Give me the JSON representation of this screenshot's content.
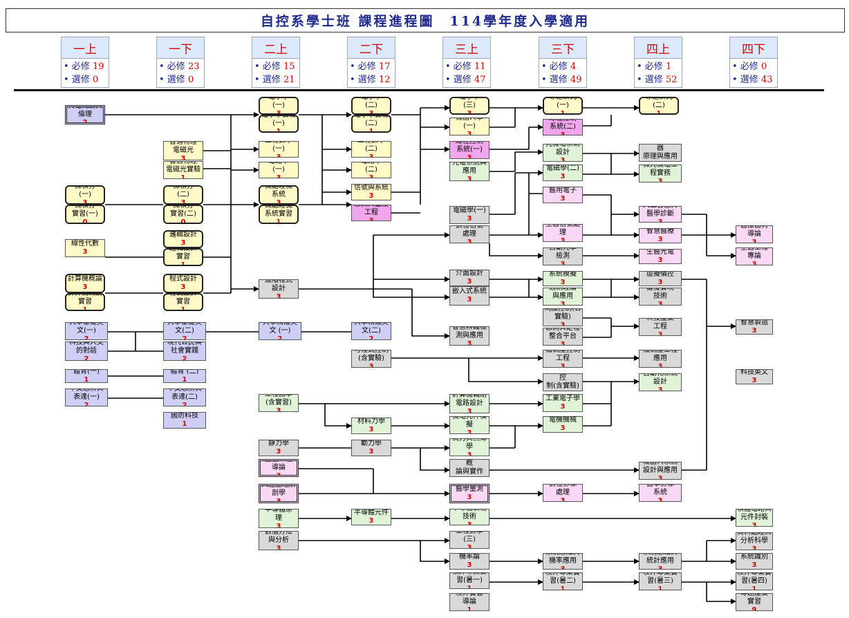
{
  "title": "自控系學士班 課程進程圖　114學年度入學適用",
  "semesters": [
    {
      "name": "一上",
      "req_label": "• 必修",
      "req": "19",
      "ele_label": "• 選修",
      "ele": "0"
    },
    {
      "name": "一下",
      "req_label": "• 必修",
      "req": "23",
      "ele_label": "• 選修",
      "ele": "0"
    },
    {
      "name": "二上",
      "req_label": "• 必修",
      "req": "15",
      "ele_label": "• 選修",
      "ele": "21"
    },
    {
      "name": "二下",
      "req_label": "• 必修",
      "req": "17",
      "ele_label": "• 選修",
      "ele": "12"
    },
    {
      "name": "三上",
      "req_label": "• 必修",
      "req": "11",
      "ele_label": "• 選修",
      "ele": "47"
    },
    {
      "name": "三下",
      "req_label": "• 必修",
      "req": "4",
      "ele_label": "• 選修",
      "ele": "49"
    },
    {
      "name": "四上",
      "req_label": "• 必修",
      "req": "1",
      "ele_label": "• 選修",
      "ele": "52"
    },
    {
      "name": "四下",
      "req_label": "• 必修",
      "req": "0",
      "ele_label": "• 選修",
      "ele": "43"
    }
  ],
  "courses": {
    "c1": {
      "t": "資電概論與\n倫理",
      "c": "2"
    },
    "c2": {
      "t": "普通物理\n電磁光",
      "c": "3"
    },
    "c3": {
      "t": "普通物理\n電磁光實驗",
      "c": "1"
    },
    "c4": {
      "t": "微積分\n(一)",
      "c": "3"
    },
    "c5": {
      "t": "微積分\n實習(一)",
      "c": "0"
    },
    "c6": {
      "t": "微積分\n(二)",
      "c": "3"
    },
    "c7": {
      "t": "微積分\n實習(二)",
      "c": "0"
    },
    "c8": {
      "t": "線性代數",
      "c": "3"
    },
    "c9": {
      "t": "邏輯設計",
      "c": "3"
    },
    "c10": {
      "t": "邏輯設計\n實習",
      "c": "1"
    },
    "c11": {
      "t": "計算機概論",
      "c": "3"
    },
    "c12": {
      "t": "計算機概論\n實習",
      "c": "1"
    },
    "c13": {
      "t": "程式設計",
      "c": "3"
    },
    "c14": {
      "t": "程式設計\n實習",
      "c": "1"
    },
    "c15": {
      "t": "大學基礎英\n文(一)",
      "c": "2"
    },
    "c16": {
      "t": "科技與人文\n的對話",
      "c": "2"
    },
    "c17": {
      "t": "大學基礎英\n文(二)",
      "c": "2"
    },
    "c18": {
      "t": "現代公民與\n社會實踐",
      "c": "2"
    },
    "c19": {
      "t": "體育(一)",
      "c": "1"
    },
    "c20": {
      "t": "體育 (二)",
      "c": "1"
    },
    "c21": {
      "t": "中文思辨與\n表達(一)",
      "c": "2"
    },
    "c22": {
      "t": "中文思辨與\n表達(二)",
      "c": "2"
    },
    "c23": {
      "t": "國防科技",
      "c": "1"
    },
    "c24": {
      "t": "電子學\n(一)",
      "c": "3"
    },
    "c25": {
      "t": "電子學實驗\n(一)",
      "c": "1"
    },
    "c26": {
      "t": "工程數學\n(一)",
      "c": "3"
    },
    "c27": {
      "t": "電路學\n(一)",
      "c": "3"
    },
    "c28": {
      "t": "微處理機\n系統",
      "c": "3"
    },
    "c29": {
      "t": "微處理機\n系統實習",
      "c": "1"
    },
    "c30": {
      "t": "進階程式\n設計",
      "c": "3"
    },
    "c31": {
      "t": "大學精進英\n文 (一)",
      "c": "2"
    },
    "c32": {
      "t": "工程圖學\n(含實習)",
      "c": "3"
    },
    "c33": {
      "t": "靜力學",
      "c": "3"
    },
    "c34": {
      "t": "生醫工程\n導論",
      "c": "3"
    },
    "c35": {
      "t": "人體生理解\n剖學",
      "c": "3"
    },
    "c36": {
      "t": "半導體原\n理",
      "c": "3"
    },
    "c37": {
      "t": "數值方法\n與分析",
      "c": "3"
    },
    "c38": {
      "t": "電子學\n(二)",
      "c": "3"
    },
    "c39": {
      "t": "電子學實驗\n(二)",
      "c": "1"
    },
    "c40": {
      "t": "工程數學\n(二)",
      "c": "3"
    },
    "c41": {
      "t": "電路學\n(二)",
      "c": "3"
    },
    "c42": {
      "t": "信號與系統",
      "c": "3"
    },
    "c43": {
      "t": "感測與量度\n工程",
      "c": "3"
    },
    "c44": {
      "t": "大學精進英\n文(二)",
      "c": "2"
    },
    "c45": {
      "t": "可程式控制\n(含實驗)",
      "c": "3"
    },
    "c46": {
      "t": "材料力學",
      "c": "3"
    },
    "c47": {
      "t": "動力學",
      "c": "3"
    },
    "c48": {
      "t": "半導體元件",
      "c": "3"
    },
    "c49": {
      "t": "電子學\n(三)",
      "c": "3"
    },
    "c50": {
      "t": "機器人學\n(一)",
      "c": "3"
    },
    "c51": {
      "t": "線性控制\n系統(一)",
      "c": "3"
    },
    "c52": {
      "t": "光電系統與\n應用",
      "c": "3"
    },
    "c53": {
      "t": "電磁學(一)",
      "c": "3"
    },
    "c54": {
      "t": "數位信號\n處理",
      "c": "3"
    },
    "c55": {
      "t": "介面設計",
      "c": "3"
    },
    "c56": {
      "t": "嵌入式系統",
      "c": "3"
    },
    "c57": {
      "t": "智慧辨識檢\n測與應用",
      "c": "3"
    },
    "c58": {
      "t": "計算機輔助\n電路設計",
      "c": "3"
    },
    "c59": {
      "t": "機電元件模\n擬",
      "c": "3"
    },
    "c60": {
      "t": "流力與熱傳\n學",
      "c": "3"
    },
    "c61": {
      "t": "智慧機器人概\n論與實作",
      "c": "3"
    },
    "c62": {
      "t": "醫學量測",
      "c": "3"
    },
    "c63": {
      "t": "半導體製程\n技術",
      "c": "3"
    },
    "c64": {
      "t": "工程數學\n(三)",
      "c": "3"
    },
    "c65": {
      "t": "機率論",
      "c": "3"
    },
    "c66": {
      "t": "校外專業實\n習(暑一)",
      "c": "1"
    },
    "c67": {
      "t": "校外實習\n導論",
      "c": "1"
    },
    "c68": {
      "t": "專題研究\n(一)",
      "c": "1"
    },
    "c69": {
      "t": "線性控制\n系統(二)",
      "c": "3"
    },
    "c70": {
      "t": "光機電系統\n設計",
      "c": "3"
    },
    "c71": {
      "t": "電磁學(二)",
      "c": "3"
    },
    "c72": {
      "t": "醫用電子",
      "c": "3"
    },
    "c73": {
      "t": "生醫信號處\n理",
      "c": "3"
    },
    "c74": {
      "t": "自動光學\n檢測",
      "c": "3"
    },
    "c75": {
      "t": "系統模擬",
      "c": "3"
    },
    "c76": {
      "t": "通訊理論\n與應用",
      "c": "3"
    },
    "c77": {
      "t": "伺服控制(含\n實驗)",
      "c": "3"
    },
    "c78": {
      "t": "感測與定位\n整合平台",
      "c": "3"
    },
    "c79": {
      "t": "油氣壓控制\n工程",
      "c": "3"
    },
    "c80": {
      "t": "進階可程式控\n制(含實驗)",
      "c": "3"
    },
    "c81": {
      "t": "工業電子學",
      "c": "3"
    },
    "c82": {
      "t": "電機機械",
      "c": "3"
    },
    "c83": {
      "t": "數位影像\n處理",
      "c": "3"
    },
    "c84": {
      "t": "系統思維與\n機率應用",
      "c": "3"
    },
    "c85": {
      "t": "校外專業實\n習(暑二)",
      "c": "1"
    },
    "c86": {
      "t": "專題研究\n(二)",
      "c": "1"
    },
    "c87": {
      "t": "微機電感測器\n原理與應用",
      "c": "3"
    },
    "c88": {
      "t": "微光機電工\n程實務",
      "c": "3"
    },
    "c89": {
      "t": "人工智慧與\n醫學診斷",
      "c": "3"
    },
    "c90": {
      "t": "智慧醫療",
      "c": "3"
    },
    "c91": {
      "t": "生醫光電",
      "c": "3"
    },
    "c92": {
      "t": "虛擬儀控",
      "c": "3"
    },
    "c93": {
      "t": "虛擬實境\n技術",
      "c": "3"
    },
    "c94": {
      "t": "科技產業\n工程",
      "c": "3"
    },
    "c95": {
      "t": "油氣壓工程\n應用",
      "c": "3"
    },
    "c96": {
      "t": "自動化系統\n設計",
      "c": "3"
    },
    "c97": {
      "t": "機器人系統\n設計與應用",
      "c": "3"
    },
    "c98": {
      "t": "醫學影像\n系統",
      "c": "3"
    },
    "c99": {
      "t": "系統思維與\n統計應用",
      "c": "3"
    },
    "c100": {
      "t": "校外專業實\n習(暑三)",
      "c": "1"
    },
    "c101": {
      "t": "醫療器材\n導論",
      "c": "3"
    },
    "c102": {
      "t": "生醫工程\n專論",
      "c": "3"
    },
    "c103": {
      "t": "智慧製造",
      "c": "3"
    },
    "c104": {
      "t": "科技英文",
      "c": "3"
    },
    "c105": {
      "t": "積體電路與\n元件封裝",
      "c": "3"
    },
    "c106": {
      "t": "資料處理與\n分析科學",
      "c": "3"
    },
    "c107": {
      "t": "系統識別",
      "c": "3"
    },
    "c108": {
      "t": "校外專業實\n習(暑四)",
      "c": "1"
    },
    "c109": {
      "t": "專題產業\n實習",
      "c": "9"
    }
  }
}
